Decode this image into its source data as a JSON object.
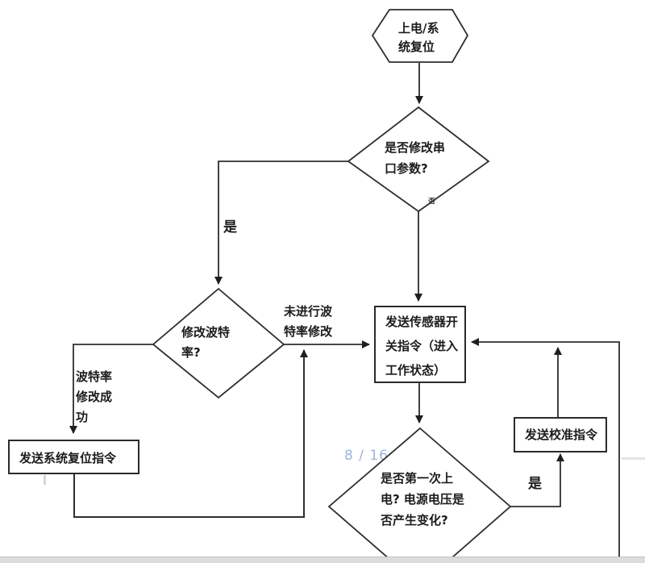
{
  "page": {
    "indicator": "8 / 16"
  },
  "flowchart": {
    "start": "上电/系\n统复位",
    "decision_serial": "是否修改串\n口参数?",
    "decision_baud": "修改波特\n率?",
    "process_sensor": "发送传感器开\n关指令（进入\n工作状态）",
    "process_reset": "发送系统复位指令",
    "process_calibrate": "发送校准指令",
    "decision_power": "是否第一次上\n电? 电源电压是\n否产生变化?",
    "label_yes_serial": "是",
    "label_yes_power": "是",
    "label_no_clipped": "否",
    "label_baud_not_modified": "未进行波\n特率修改",
    "label_baud_modified": "波特率\n修改成\n功"
  },
  "colors": {
    "line": "#2e2e2e",
    "text": "#1c1c1c",
    "indicator": "#9fb4da",
    "bottom_bar": "#dcdcdc"
  }
}
